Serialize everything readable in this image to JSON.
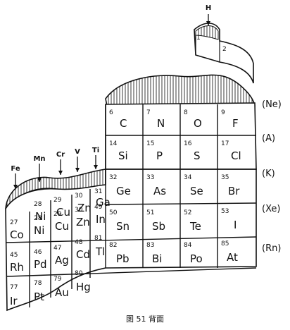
{
  "caption": "图 51 背面",
  "top_arrow_label": "H",
  "left_arrow_labels": [
    "Fe",
    "Mn",
    "Cr",
    "V",
    "Ti"
  ],
  "noble_gases": [
    "(Ne)",
    "(A)",
    "(K)",
    "(Xe)",
    "(Rn)"
  ],
  "top_extra_numbers": [
    "1",
    "2"
  ],
  "rows": [
    [
      {
        "n": "6",
        "s": "C"
      },
      {
        "n": "7",
        "s": "N"
      },
      {
        "n": "8",
        "s": "O"
      },
      {
        "n": "9",
        "s": "F"
      }
    ],
    [
      {
        "n": "14",
        "s": "Si"
      },
      {
        "n": "15",
        "s": "P"
      },
      {
        "n": "16",
        "s": "S"
      },
      {
        "n": "17",
        "s": "Cl"
      }
    ],
    [
      {
        "n": "28",
        "s": "Ni"
      },
      {
        "n": "29",
        "s": "Cu"
      },
      {
        "n": "30",
        "s": "Zn"
      },
      {
        "n": "31",
        "s": "Ga"
      },
      {
        "n": "32",
        "s": "Ge"
      },
      {
        "n": "33",
        "s": "As"
      },
      {
        "n": "34",
        "s": "Se"
      },
      {
        "n": "35",
        "s": "Br"
      }
    ],
    [
      {
        "n": "27",
        "s": "Co"
      },
      {
        "n": "28",
        "s": "Ni"
      },
      {
        "n": "29",
        "s": "Cu"
      },
      {
        "n": "30",
        "s": "Zn"
      },
      {
        "n": "49",
        "s": "In"
      },
      {
        "n": "50",
        "s": "Sn"
      },
      {
        "n": "51",
        "s": "Sb"
      },
      {
        "n": "52",
        "s": "Te"
      },
      {
        "n": "53",
        "s": "I"
      }
    ],
    [
      {
        "n": "45",
        "s": "Rh"
      },
      {
        "n": "46",
        "s": "Pd"
      },
      {
        "n": "47",
        "s": "Ag"
      },
      {
        "n": "48",
        "s": "Cd"
      },
      {
        "n": "81",
        "s": "Tl"
      },
      {
        "n": "82",
        "s": "Pb"
      },
      {
        "n": "83",
        "s": "Bi"
      },
      {
        "n": "84",
        "s": "Po"
      },
      {
        "n": "85",
        "s": "At"
      }
    ],
    [
      {
        "n": "77",
        "s": "Ir"
      },
      {
        "n": "78",
        "s": "Pt"
      },
      {
        "n": "79",
        "s": "Au"
      },
      {
        "n": "80",
        "s": "Hg"
      }
    ]
  ]
}
